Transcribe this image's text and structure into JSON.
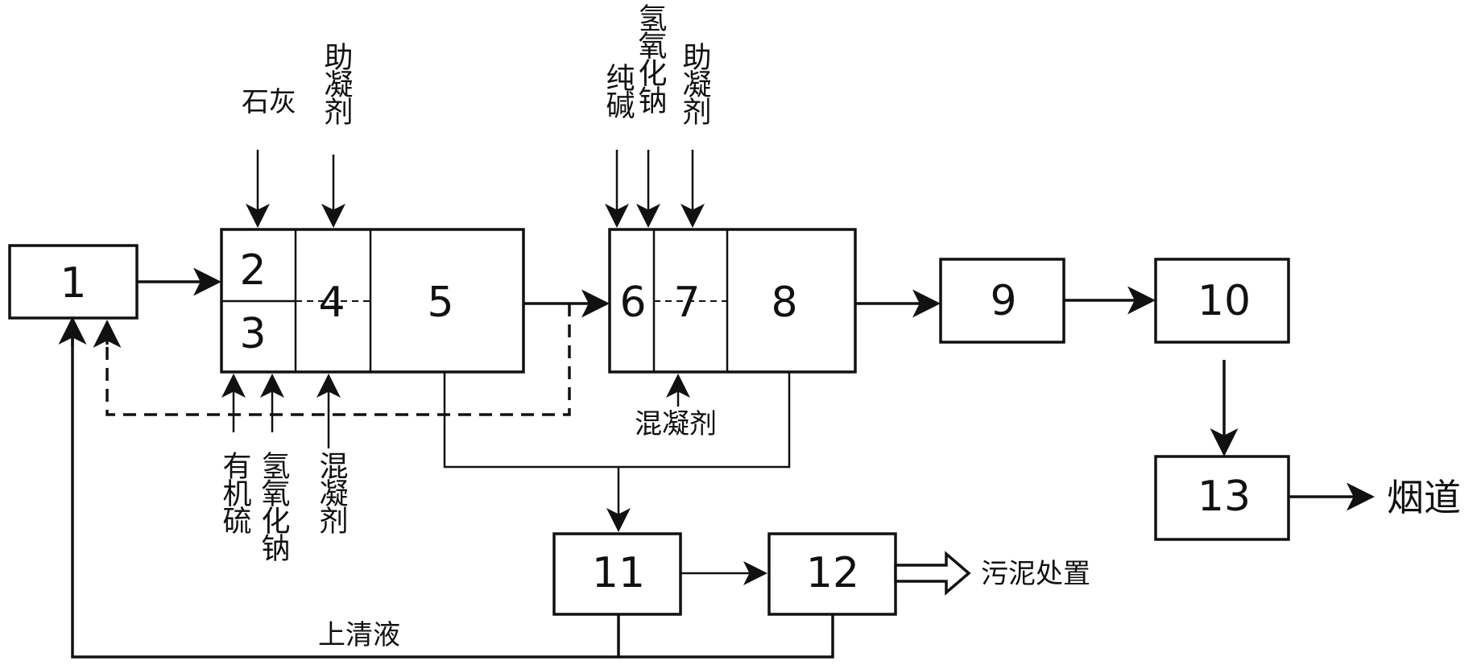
{
  "units": {
    "u1": "1",
    "u2": "2",
    "u3": "3",
    "u4": "4",
    "u5": "5",
    "u6": "6",
    "u7": "7",
    "u8": "8",
    "u9": "9",
    "u10": "10",
    "u11": "11",
    "u12": "12",
    "u13": "13"
  },
  "labels": {
    "lime": "石灰",
    "flocculant_aid_1": "助凝剂",
    "soda_ash": "纯碱",
    "sodium_hydroxide_top": "氢氧化钠",
    "flocculant_aid_2": "助凝剂",
    "organosulfur": "有机硫",
    "sodium_hydroxide_bottom": "氢氧化钠",
    "coagulant_1": "混凝剂",
    "coagulant_2": "混凝剂",
    "sludge_disposal": "污泥处置",
    "supernatant": "上清液",
    "flue": "烟道"
  }
}
